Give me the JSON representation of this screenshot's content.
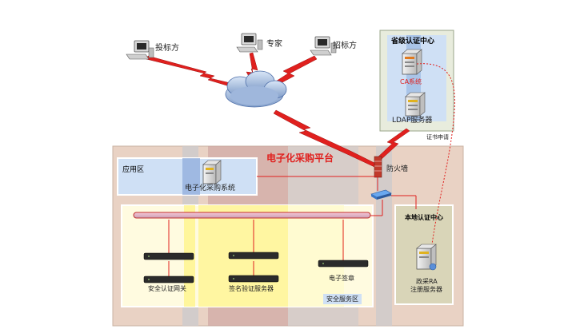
{
  "labels": {
    "bidder": "投标方",
    "expert": "专家",
    "tenderer": "招标方",
    "provincial_ca": "省级认证中心",
    "ca_system": "CA系统",
    "ldap_server": "LDAP服务器",
    "cert_apply": "证书申请",
    "platform_title": "电子化采购平台",
    "app_zone": "应用区",
    "procurement_system": "电子化采购系统",
    "firewall": "防火墙",
    "local_ca": "本地认证中心",
    "security_gateway": "安全认证网关",
    "sign_verify_server": "签名验证服务器",
    "e_seal": "电子签章",
    "security_zone": "安全服务区",
    "ra_line1": "政采RA",
    "ra_line2": "注册服务器"
  },
  "colors": {
    "link_red": "#e0201e",
    "zone_blue": "#cfe0f5",
    "panel_tan": "#e9d2c4",
    "panel_olive": "#d9d5b8"
  }
}
